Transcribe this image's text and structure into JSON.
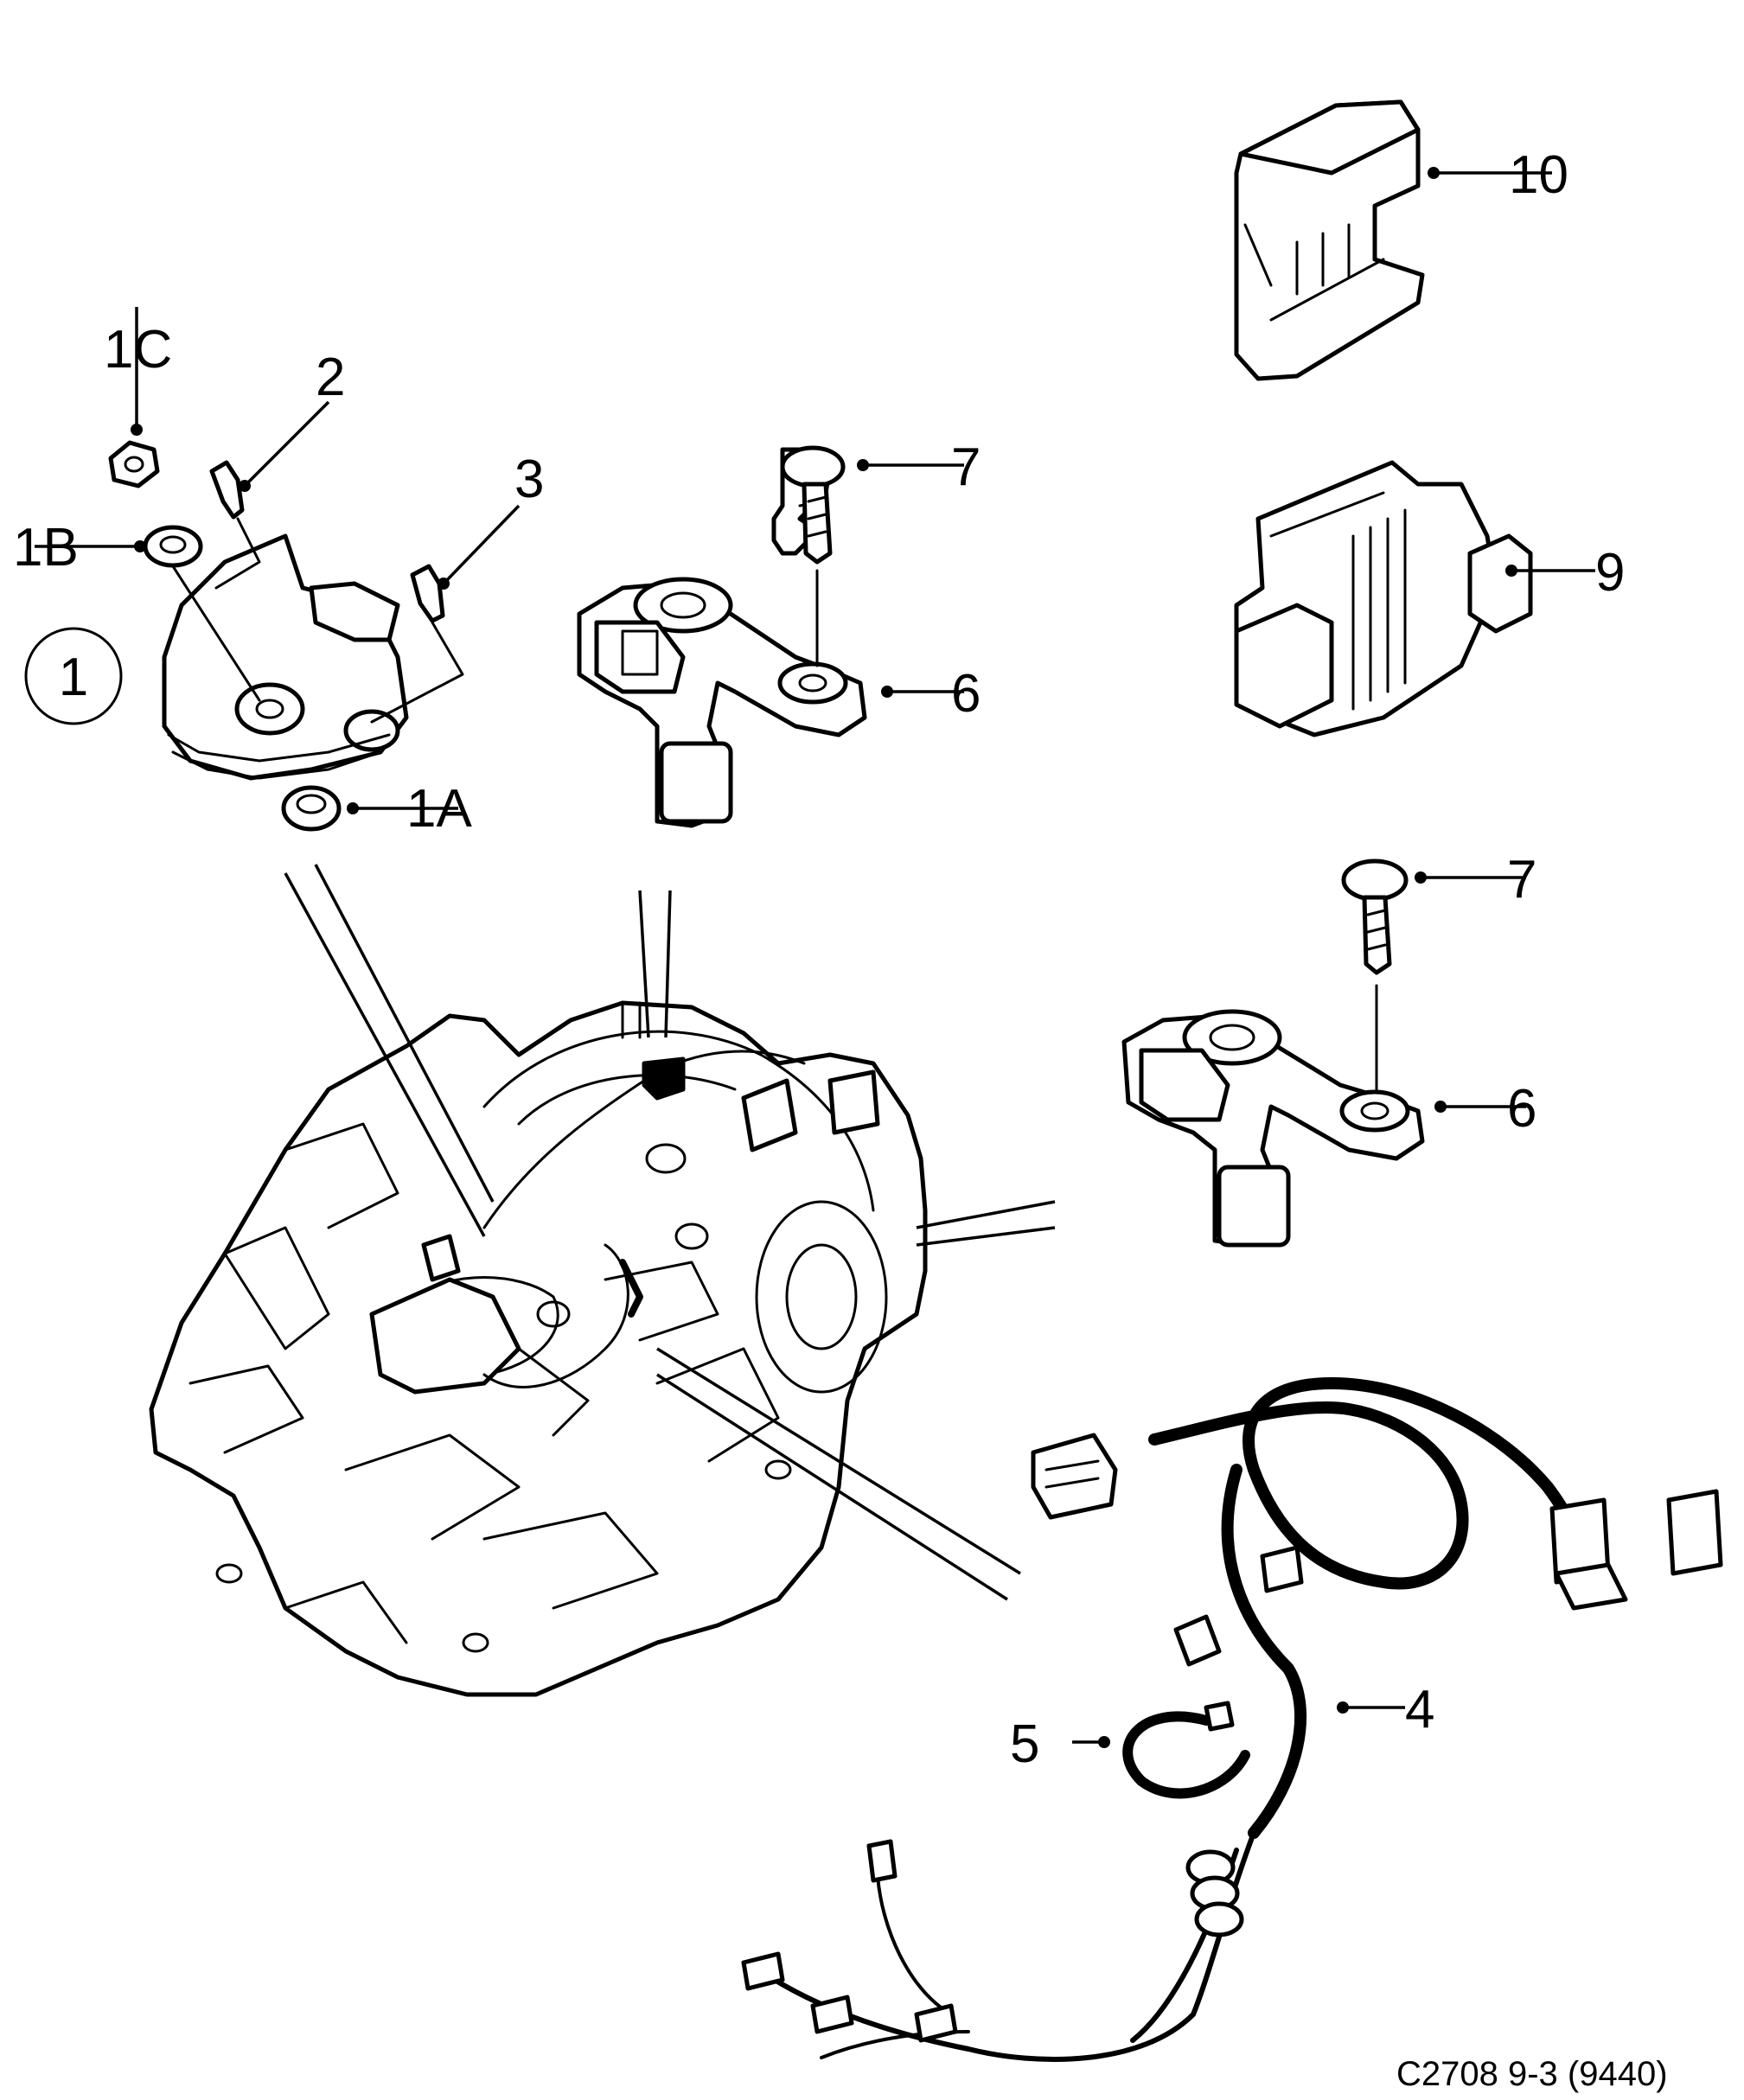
{
  "callouts": {
    "c1": "1",
    "c1a": "1A",
    "c1b": "1B",
    "c1c": "1C",
    "c2": "2",
    "c3": "3",
    "c4": "4",
    "c5": "5",
    "c6a": "6",
    "c6b": "6",
    "c7a": "7",
    "c7b": "7",
    "c9": "9",
    "c10": "10"
  },
  "caption": "C2708 9-3 (9440)"
}
